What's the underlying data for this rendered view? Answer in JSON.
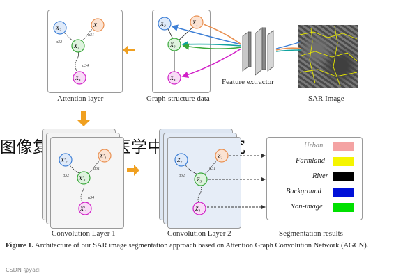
{
  "overlay_title": "图像复原在遥感医学中的应用研究",
  "labels": {
    "attention_layer": "Attention layer",
    "graph_structure_data": "Graph-structure data",
    "feature_extractor": "Feature extractor",
    "sar_image": "SAR Image",
    "conv_layer_1": "Convolution Layer 1",
    "conv_layer_2": "Convolution Layer 2",
    "segmentation_results": "Segmentation results"
  },
  "nodes": {
    "x1": "X₁",
    "x2": "X₂",
    "x3": "X₃",
    "x4": "X₄",
    "z1": "Z₁",
    "z2": "Z₂",
    "z3": "Z₃",
    "z4": "Z₄",
    "x1p": "X'₁",
    "x2p": "X'₂",
    "x3p": "X'₃",
    "x4p": "X'₄"
  },
  "attention_weights": {
    "a31": "α31",
    "a32": "α32",
    "a34": "α34"
  },
  "legend": [
    {
      "label": "Urban",
      "color": "#f4a3a3"
    },
    {
      "label": "Farmland",
      "color": "#f5f500"
    },
    {
      "label": "River",
      "color": "#000000"
    },
    {
      "label": "Background",
      "color": "#0010d8"
    },
    {
      "label": "Non-image",
      "color": "#00e000"
    }
  ],
  "caption": {
    "figure": "Figure 1.",
    "text": " Architecture of our SAR image segmentation approach based on Attention Graph Convolution Network (AGCN)."
  },
  "watermark": "CSDN @yadi",
  "colors": {
    "node_blue": "#3d7fd6",
    "node_orange": "#e98f4f",
    "node_green": "#39a83a",
    "node_magenta": "#d21fc8",
    "arrow_orange": "#f0a020",
    "edge_teal": "#11a3a0"
  }
}
